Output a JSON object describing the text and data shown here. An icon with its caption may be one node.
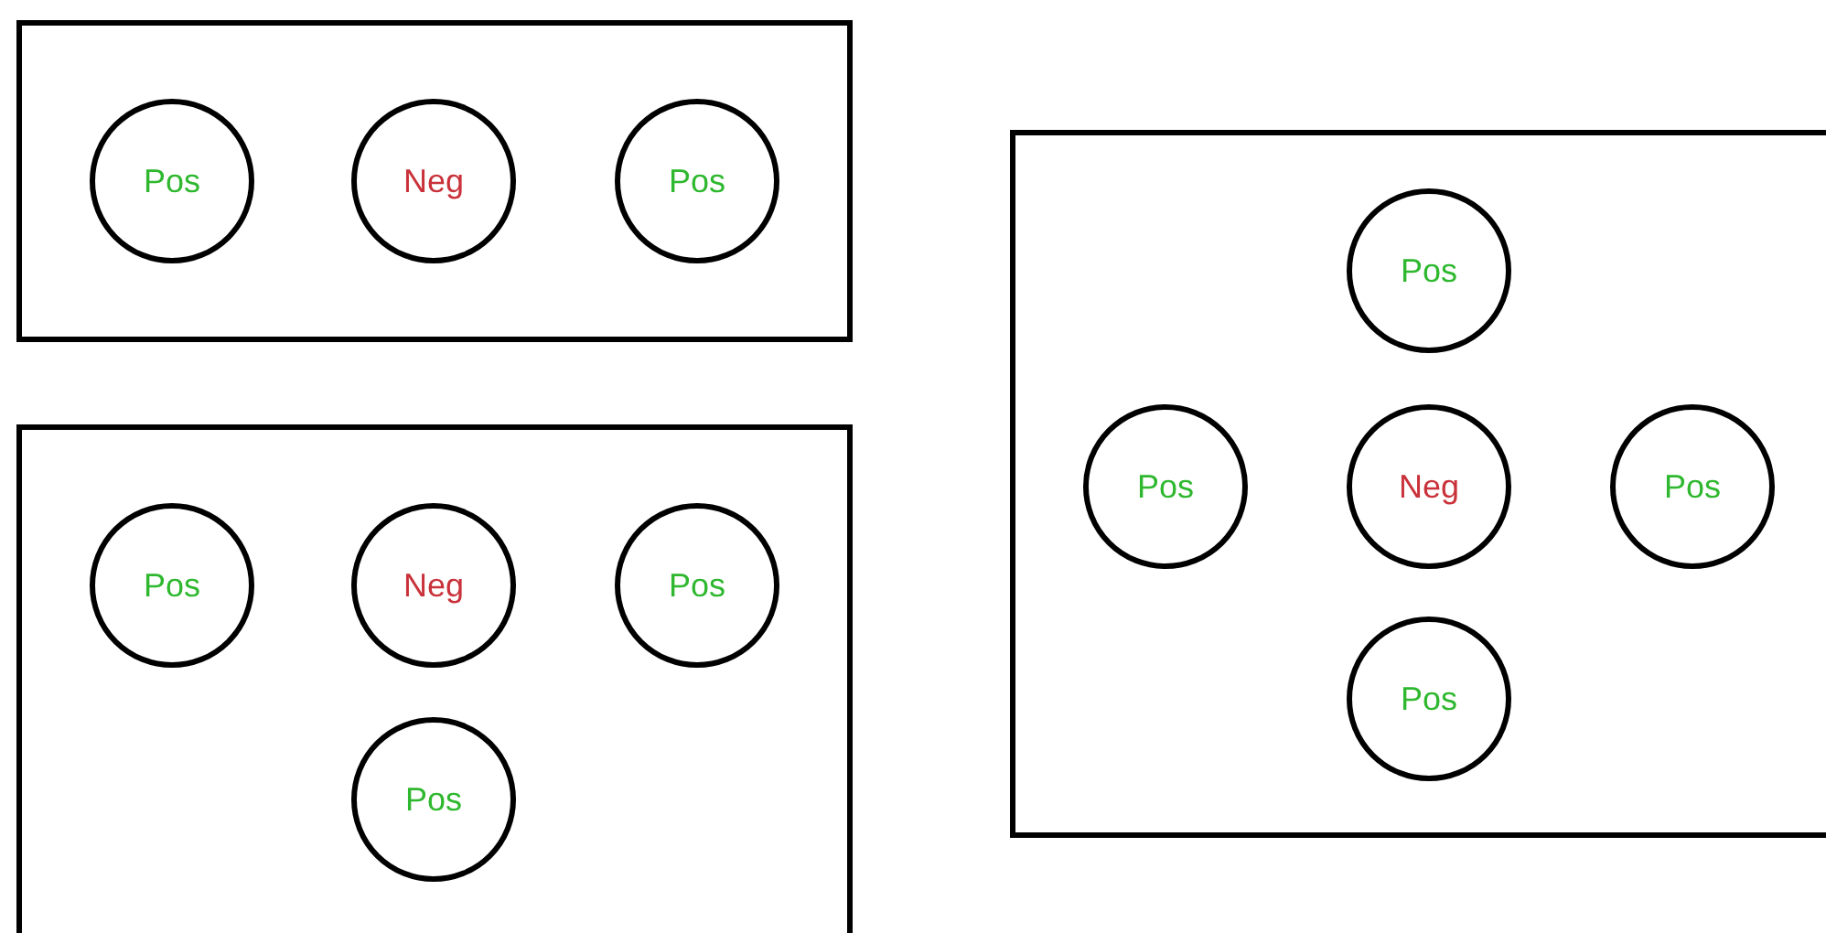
{
  "diagram": {
    "nodes": [
      {
        "text": [],
        "shape": "box"
      },
      {
        "text": [
          "Pos"
        ],
        "in": 0
      },
      {
        "text": [
          "Neg"
        ],
        "in": 0
      },
      {
        "text": [
          "Pos"
        ],
        "in": 0
      },
      {
        "text": [],
        "shape": "box"
      },
      {
        "text": [
          "Pos"
        ],
        "in": 4
      },
      {
        "text": [
          "Neg"
        ],
        "in": 4
      },
      {
        "text": [
          "Pos"
        ],
        "in": 4
      },
      {
        "text": [
          "Pos"
        ],
        "in": 4
      },
      {
        "text": [],
        "shape": "box"
      },
      {
        "text": [
          "Pos"
        ],
        "in": 9
      },
      {
        "text": [
          "Pos"
        ],
        "in": 9
      },
      {
        "text": [
          "Neg"
        ],
        "in": 9
      },
      {
        "text": [
          "Pos"
        ],
        "in": 9
      },
      {
        "text": [
          "Pos"
        ],
        "in": 9
      }
    ]
  }
}
